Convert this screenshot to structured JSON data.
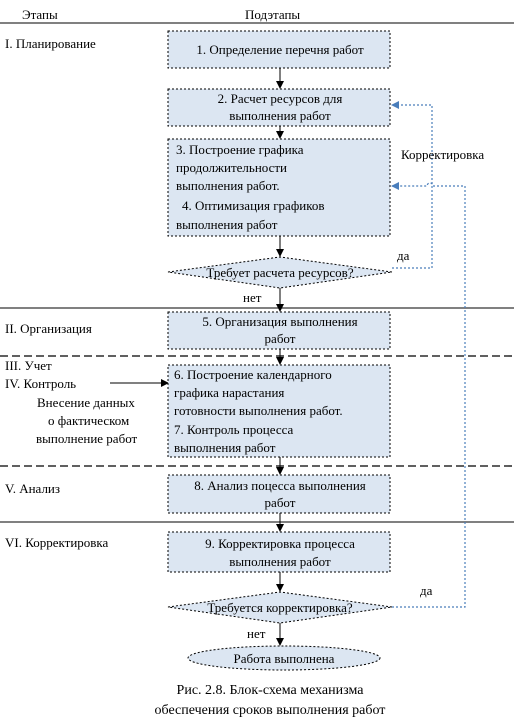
{
  "header": {
    "stages": "Этапы",
    "substages": "Подэтапы"
  },
  "stages": {
    "planning": "I. Планирование",
    "organization": "II. Организация",
    "accounting": "III. Учет",
    "control": "IV. Контроль",
    "data_entry": [
      "Внесение данных",
      "о фактическом",
      "выполнение работ"
    ],
    "analysis": "V. Анализ",
    "correction": "VI. Корректировка"
  },
  "boxes": {
    "b1": [
      "1. Определение перечня работ"
    ],
    "b2": [
      "2. Расчет ресурсов для",
      "выполнения работ"
    ],
    "b34": [
      "3. Построение графика",
      "продолжительности",
      "выполнения работ.",
      "4. Оптимизация графиков",
      "выполнения работ"
    ],
    "b5": [
      "5. Организация выполнения",
      "работ"
    ],
    "b67": [
      "6. Построение календарного",
      "графика нарастания",
      "готовности выполнения работ.",
      "7. Контроль процесса",
      "выполнения работ"
    ],
    "b8": [
      "8. Анализ поцесса выполнения",
      "работ"
    ],
    "b9": [
      "9. Корректировка процесса",
      "выполнения работ"
    ]
  },
  "decisions": {
    "d1": "Требует расчета ресурсов?",
    "d2": "Требуется корректировка?"
  },
  "labels": {
    "yes1": "да",
    "no1": "нет",
    "yes2": "да",
    "no2": "нет",
    "correction_loop": "Корректировка"
  },
  "terminal": "Работа выполнена",
  "caption": [
    "Рис. 2.8. Блок-схема механизма",
    "обеспечения сроков выполнения  работ"
  ],
  "colors": {
    "box_fill": "#dce6f2",
    "loop_line": "#4a7ebb",
    "ink": "#000000"
  }
}
